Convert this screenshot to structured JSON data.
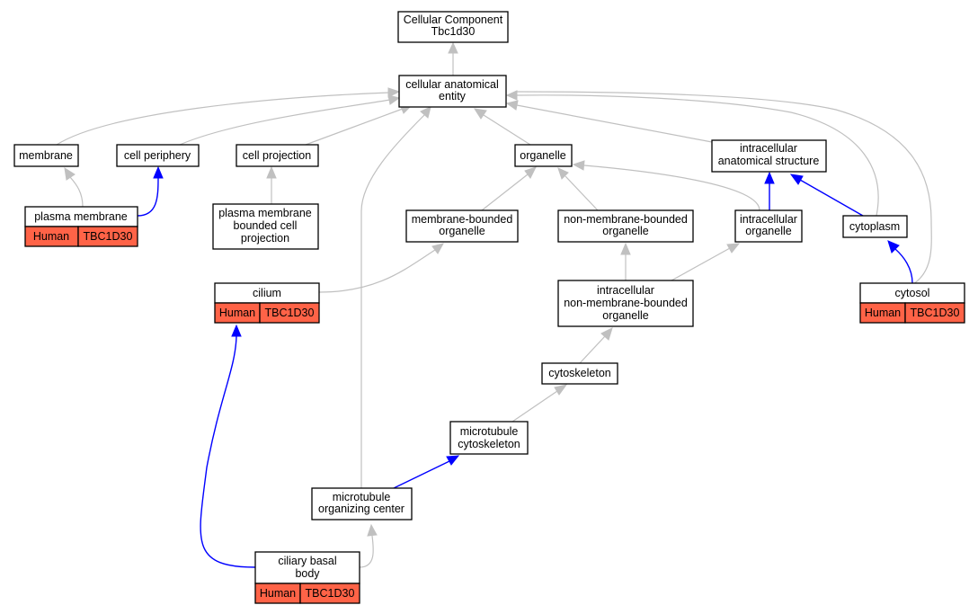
{
  "colors": {
    "annotation_fill": "#ff6347",
    "edge_is_a": "#c0c0c0",
    "edge_part_of": "#0000ff",
    "node_fill": "#ffffff"
  },
  "nodes": {
    "root": {
      "lines": [
        "Cellular Component",
        "Tbc1d30"
      ]
    },
    "cae": {
      "lines": [
        "cellular anatomical",
        "entity"
      ]
    },
    "membrane": {
      "lines": [
        "membrane"
      ]
    },
    "cell_periphery": {
      "lines": [
        "cell periphery"
      ]
    },
    "cell_projection": {
      "lines": [
        "cell projection"
      ]
    },
    "organelle": {
      "lines": [
        "organelle"
      ]
    },
    "ias": {
      "lines": [
        "intracellular",
        "anatomical structure"
      ]
    },
    "plasma_membrane": {
      "lines": [
        "plasma membrane"
      ],
      "annotation": [
        "Human",
        "TBC1D30"
      ]
    },
    "pmbcp": {
      "lines": [
        "plasma membrane",
        "bounded cell",
        "projection"
      ]
    },
    "mbo": {
      "lines": [
        "membrane-bounded",
        "organelle"
      ]
    },
    "nmbo": {
      "lines": [
        "non-membrane-bounded",
        "organelle"
      ]
    },
    "io": {
      "lines": [
        "intracellular",
        "organelle"
      ]
    },
    "cytoplasm": {
      "lines": [
        "cytoplasm"
      ]
    },
    "cilium": {
      "lines": [
        "cilium"
      ],
      "annotation": [
        "Human",
        "TBC1D30"
      ]
    },
    "inmbo": {
      "lines": [
        "intracellular",
        "non-membrane-bounded",
        "organelle"
      ]
    },
    "cytosol": {
      "lines": [
        "cytosol"
      ],
      "annotation": [
        "Human",
        "TBC1D30"
      ]
    },
    "cytoskeleton": {
      "lines": [
        "cytoskeleton"
      ]
    },
    "mt_cytoskeleton": {
      "lines": [
        "microtubule",
        "cytoskeleton"
      ]
    },
    "mtoc": {
      "lines": [
        "microtubule",
        "organizing center"
      ]
    },
    "cbb": {
      "lines": [
        "ciliary basal",
        "body"
      ],
      "annotation": [
        "Human",
        "TBC1D30"
      ]
    }
  }
}
